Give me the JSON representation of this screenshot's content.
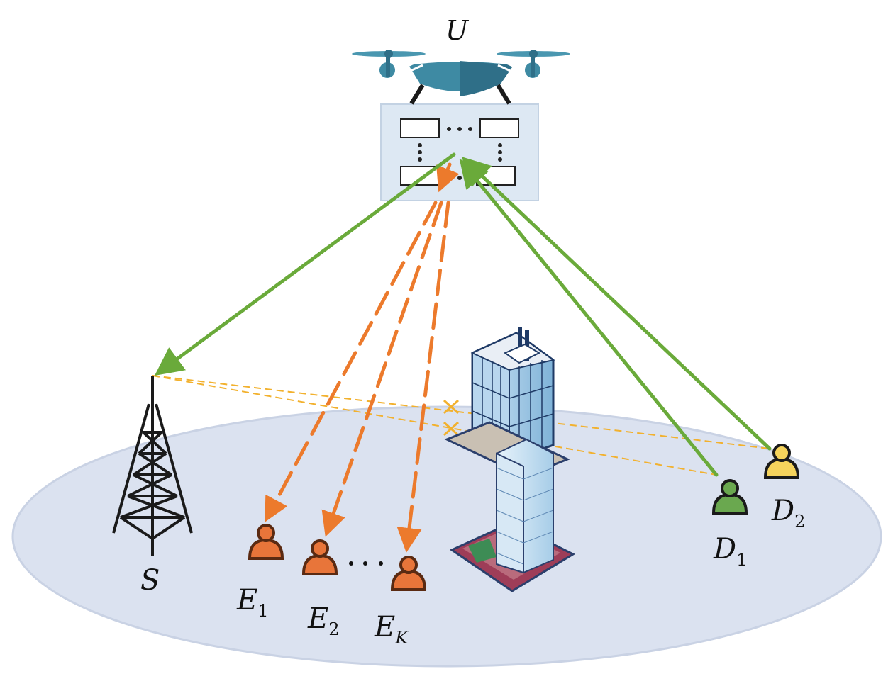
{
  "labels": {
    "uav": "U",
    "source": "S",
    "eve_1": {
      "letter": "E",
      "sub": "1"
    },
    "eve_2": {
      "letter": "E",
      "sub": "2"
    },
    "eve_k": {
      "letter": "E",
      "sub": "K"
    },
    "dest_1": {
      "letter": "D",
      "sub": "1"
    },
    "dest_2": {
      "letter": "D",
      "sub": "2"
    }
  },
  "colors": {
    "ground": "#dbe2f0",
    "ground_edge": "#c9d2e4",
    "legit_link": "#6aaa3a",
    "eaves_link": "#ec7a2c",
    "blocked_link": "#f2b12e",
    "uav_body": "#3e8aa3",
    "ris_panel": "#dde8f3",
    "eve_user": "#e8753a",
    "d1_user": "#6aa84f",
    "d2_user": "#f5d35c"
  },
  "icons": {
    "uav": "drone-icon",
    "ris": "ris-panel-icon",
    "source": "tower-icon",
    "building": "building-icon",
    "user": "user-icon",
    "block": "cross-icon"
  }
}
